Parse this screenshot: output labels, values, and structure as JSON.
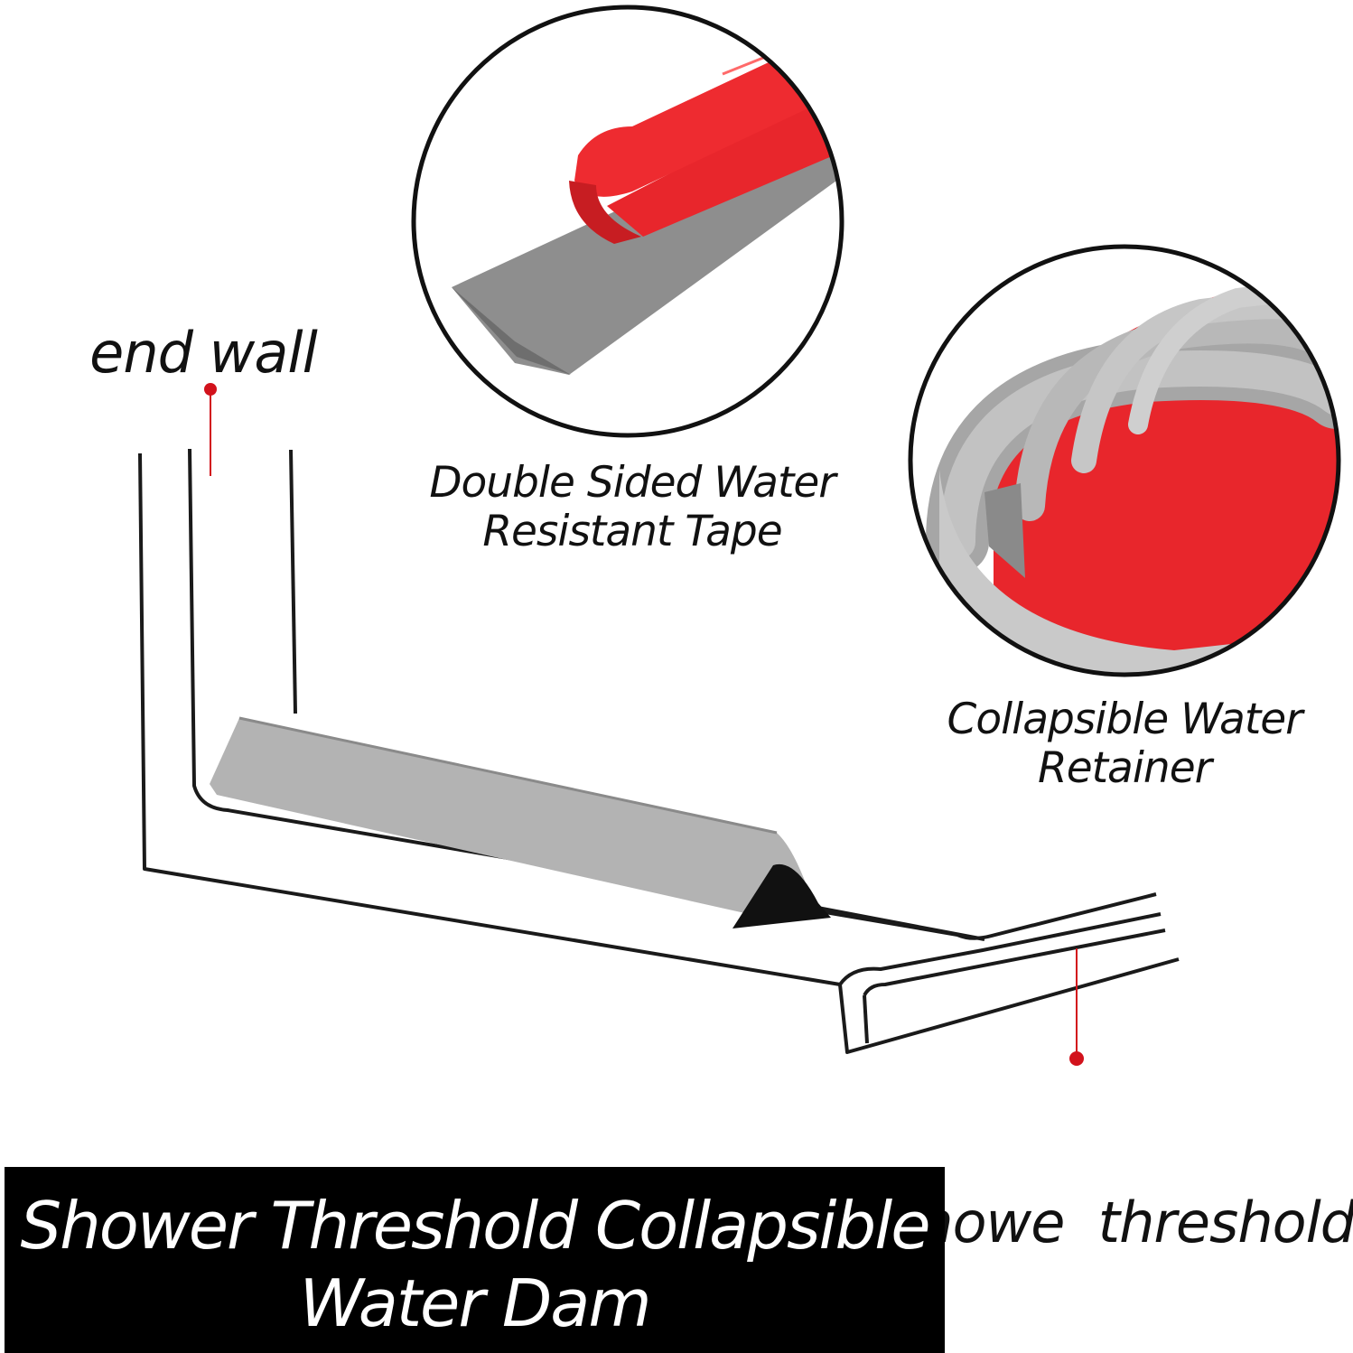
{
  "labels": {
    "end_wall": "end wall",
    "tape_line1": "Double Sided Water",
    "tape_line2": "Resistant Tape",
    "retainer_line1": "Collapsible Water",
    "retainer_line2": "Retainer",
    "threshold": "showe  threshold"
  },
  "title": {
    "line1": "Shower Threshold Collapsible",
    "line2": "Water Dam"
  },
  "colors": {
    "adhesive_red": "#e8262c",
    "rubber_gray": "#8e8e8e",
    "dam_gray": "#b3b3b3",
    "pointer_red": "#d2121c",
    "banner_bg": "#000000"
  }
}
